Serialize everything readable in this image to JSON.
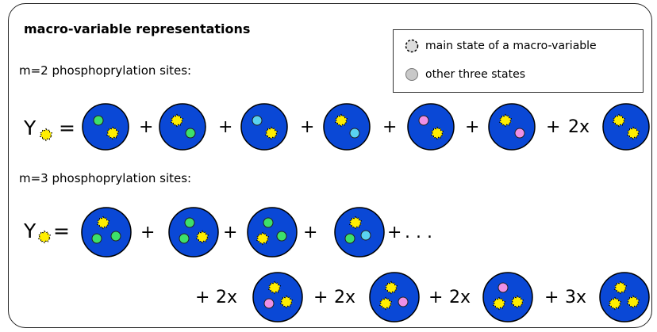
{
  "title": "macro-variable representations",
  "legend": {
    "main_state": "main state of a macro-variable",
    "other_states": "other three states"
  },
  "sections": {
    "m2_label": "m=2 phosphoprylation sites:",
    "m3_label": "m=3 phosphoprylation sites:"
  },
  "equations": {
    "lhs_symbol": "Y",
    "equals": "=",
    "plus": "+",
    "ellipsis": ". . .",
    "coef_2x": "2x",
    "coef_3x": "3x"
  },
  "colors": {
    "protein": "#0a48d6",
    "main_state": "#ffee00",
    "green": "#3de06a",
    "cyan": "#5ad2f0",
    "pink": "#ee90e6",
    "gray": "#c8c8c8"
  }
}
